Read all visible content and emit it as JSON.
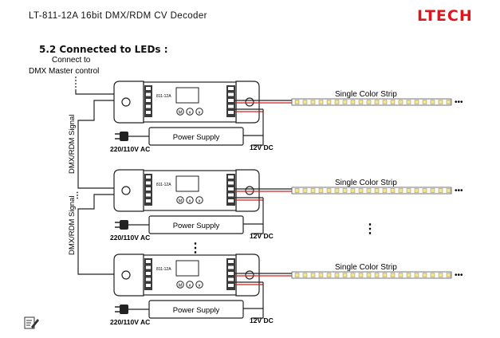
{
  "header": {
    "doc_title": "LT-811-12A  16bit  DMX/RDM  CV  Decoder",
    "brand": "LTECH",
    "brand_color": "#e0141e"
  },
  "section_title": "5.2 Connected to LEDs :",
  "diagram": {
    "source_label_line1": "Connect to",
    "source_label_line2": "DMX Master control",
    "signal_label": "DMX/RDM Signal",
    "decoder_model": "811-12A",
    "button_labels": [
      "M",
      "∧",
      "∨"
    ],
    "strip_label": "Single Color Strip",
    "power_supply_label": "Power Supply",
    "ac_label": "220/110V AC",
    "dc_label": "12V DC",
    "wire_colors": {
      "red": "#d42020",
      "black": "#222222"
    }
  },
  "footer": {
    "note_icon": "note-pencil-icon"
  }
}
